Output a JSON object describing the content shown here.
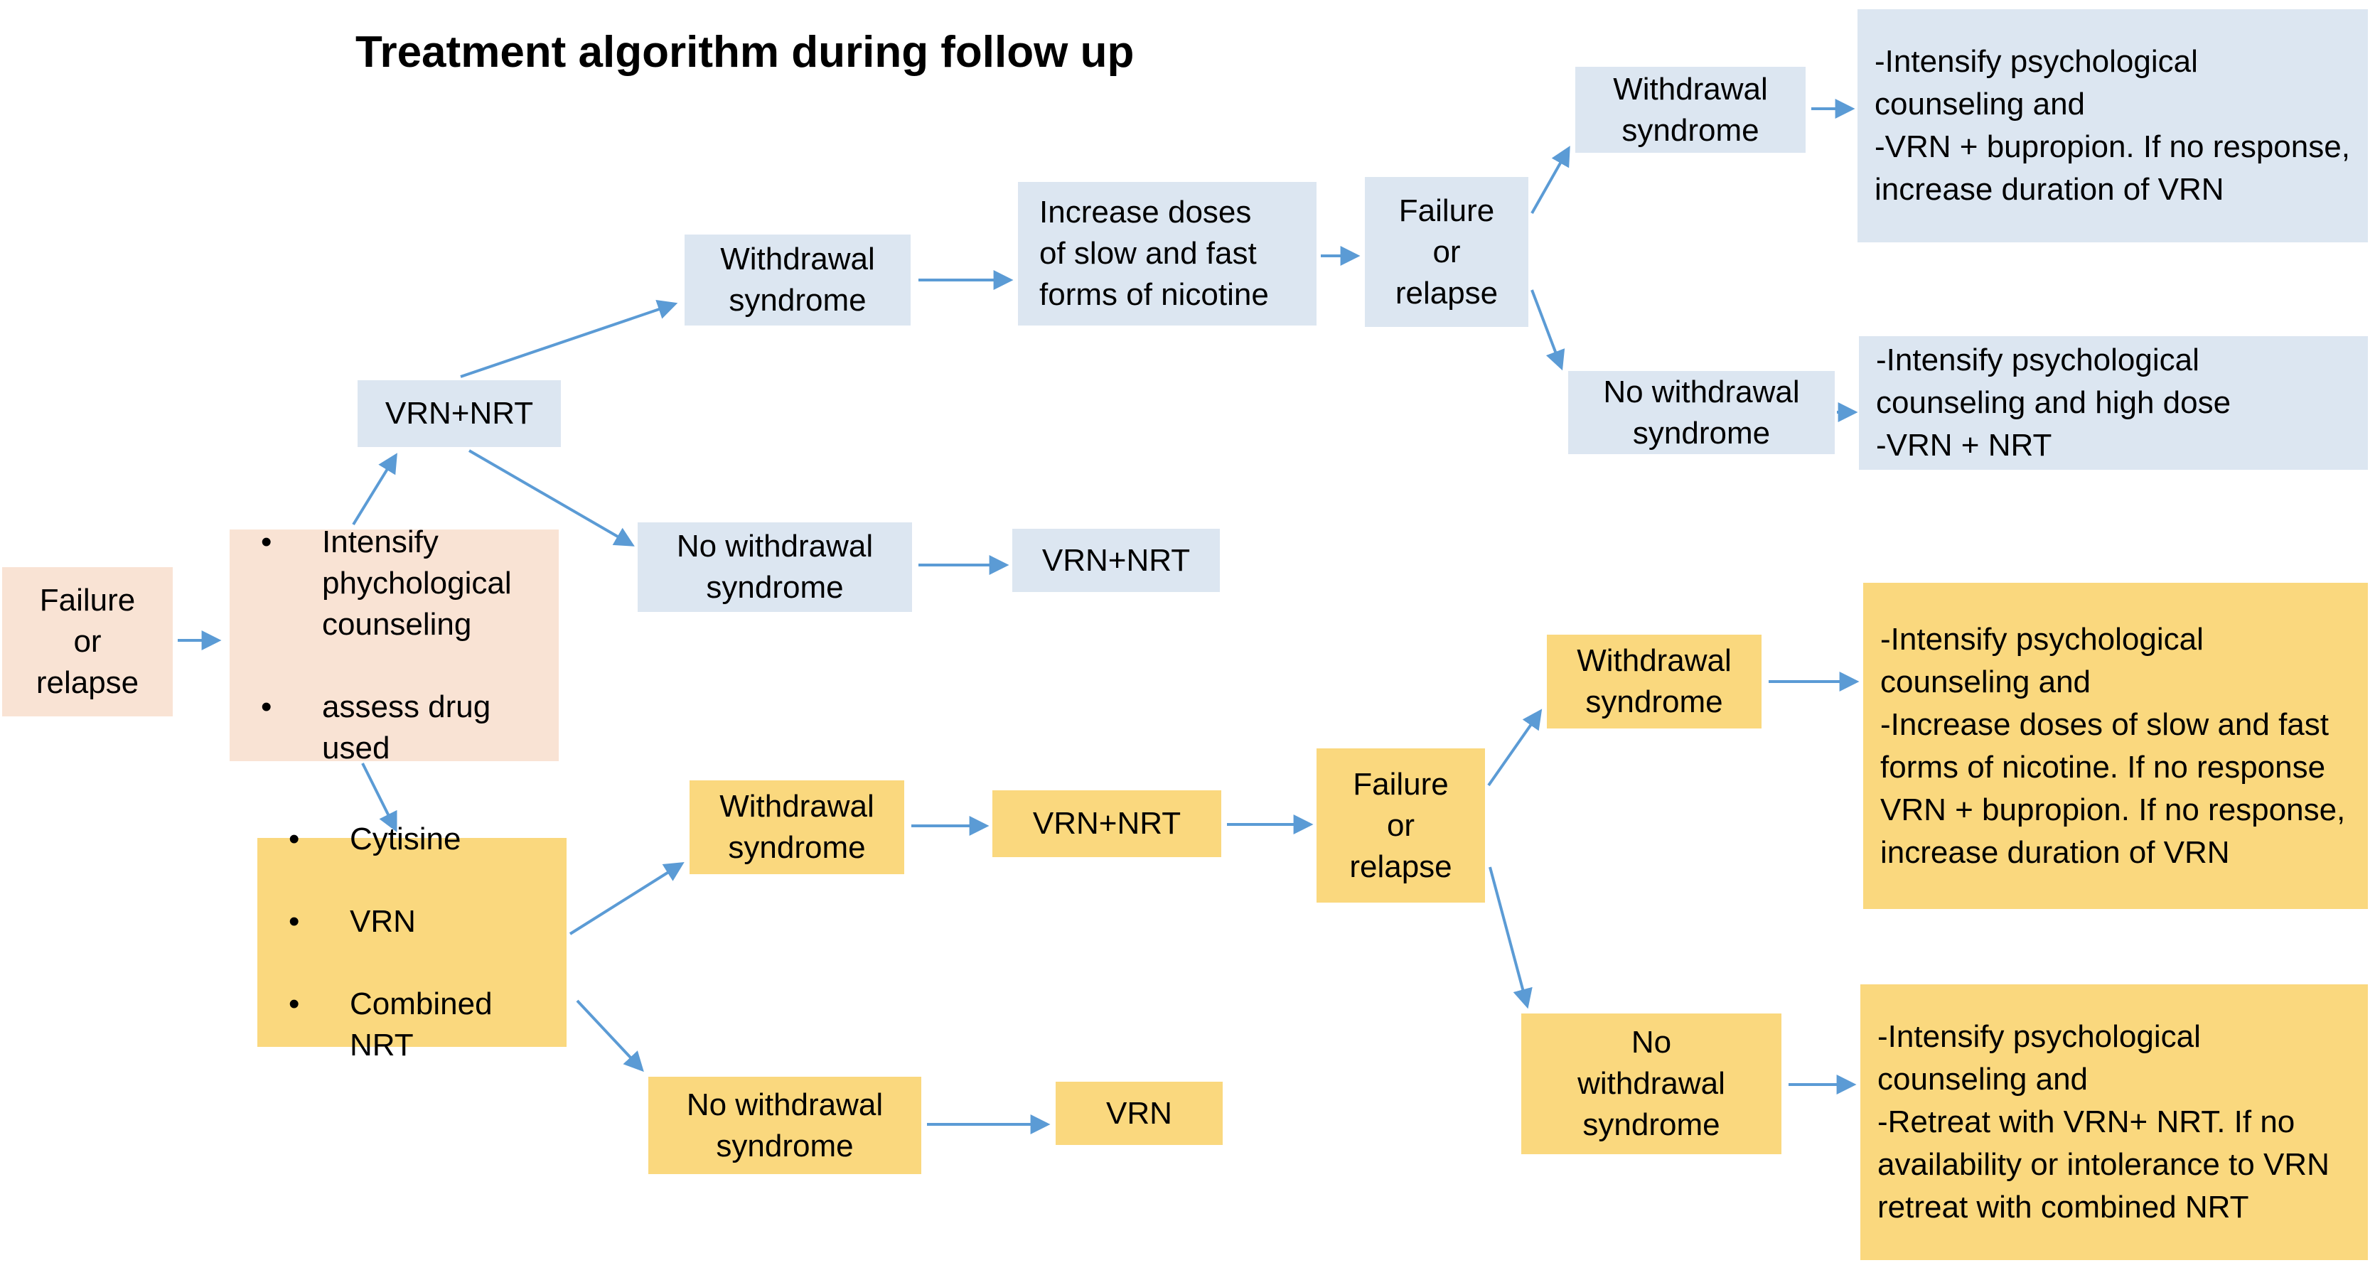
{
  "title": "Treatment algorithm during follow up",
  "colors": {
    "pink_box": "#F9E3D4",
    "blue_box": "#DCE6F1",
    "yellow_box": "#FAD87E",
    "arrow": "#5B9BD5",
    "text": "#000000",
    "background": "#FFFFFF"
  },
  "nodes": {
    "failure_left": {
      "text": "Failure\nor\nrelapse"
    },
    "assess": {
      "items": [
        "Intensify phychological counseling",
        "assess drug used"
      ]
    },
    "vrn_nrt_1": {
      "text": "VRN+NRT"
    },
    "withdrawal_1": {
      "text": "Withdrawal syndrome"
    },
    "increase_doses": {
      "text": "Increase doses\nof slow and fast\nforms of nicotine"
    },
    "failure_mid": {
      "text": "Failure\nor\nrelapse"
    },
    "withdrawal_2": {
      "text": "Withdrawal syndrome"
    },
    "outcome_blue_1": {
      "text": "-Intensify psychological counseling and\n-VRN + bupropion. If no response, increase duration of VRN"
    },
    "no_withdrawal_1": {
      "text": "No withdrawal syndrome"
    },
    "outcome_blue_2": {
      "text": "-Intensify psychological counseling and high dose\n-VRN + NRT"
    },
    "no_withdrawal_blue": {
      "text": "No withdrawal syndrome"
    },
    "vrn_nrt_2": {
      "text": "VRN+NRT"
    },
    "cytisine": {
      "items": [
        "Cytisine",
        "VRN",
        "Combined\nNRT"
      ]
    },
    "withdrawal_3": {
      "text": "Withdrawal syndrome"
    },
    "vrn_nrt_3": {
      "text": "VRN+NRT"
    },
    "failure_bottom": {
      "text": "Failure\nor\nrelapse"
    },
    "withdrawal_4": {
      "text": "Withdrawal syndrome"
    },
    "outcome_yellow_1": {
      "text": "-Intensify psychological counseling and\n-Increase doses of slow and fast forms of nicotine. If no response VRN + bupropion. If no response, increase duration of VRN"
    },
    "no_withdrawal_2": {
      "text": "No\nwithdrawal\nsyndrome"
    },
    "outcome_yellow_2": {
      "text": "-Intensify psychological counseling and\n-Retreat with VRN+ NRT. If no availability or intolerance to VRN retreat with combined NRT"
    },
    "no_withdrawal_3": {
      "text": "No withdrawal syndrome"
    },
    "vrn_alone": {
      "text": "VRN"
    }
  },
  "edges": [
    {
      "from": "failure_left",
      "to": "assess"
    },
    {
      "from": "assess",
      "to": "vrn_nrt_1"
    },
    {
      "from": "assess",
      "to": "cytisine"
    },
    {
      "from": "vrn_nrt_1",
      "to": "withdrawal_1"
    },
    {
      "from": "vrn_nrt_1",
      "to": "no_withdrawal_blue"
    },
    {
      "from": "withdrawal_1",
      "to": "increase_doses"
    },
    {
      "from": "increase_doses",
      "to": "failure_mid"
    },
    {
      "from": "failure_mid",
      "to": "withdrawal_2"
    },
    {
      "from": "failure_mid",
      "to": "no_withdrawal_1"
    },
    {
      "from": "withdrawal_2",
      "to": "outcome_blue_1"
    },
    {
      "from": "no_withdrawal_1",
      "to": "outcome_blue_2"
    },
    {
      "from": "no_withdrawal_blue",
      "to": "vrn_nrt_2"
    },
    {
      "from": "cytisine",
      "to": "withdrawal_3"
    },
    {
      "from": "cytisine",
      "to": "no_withdrawal_3"
    },
    {
      "from": "withdrawal_3",
      "to": "vrn_nrt_3"
    },
    {
      "from": "vrn_nrt_3",
      "to": "failure_bottom"
    },
    {
      "from": "failure_bottom",
      "to": "withdrawal_4"
    },
    {
      "from": "failure_bottom",
      "to": "no_withdrawal_2"
    },
    {
      "from": "withdrawal_4",
      "to": "outcome_yellow_1"
    },
    {
      "from": "no_withdrawal_2",
      "to": "outcome_yellow_2"
    },
    {
      "from": "no_withdrawal_3",
      "to": "vrn_alone"
    }
  ]
}
